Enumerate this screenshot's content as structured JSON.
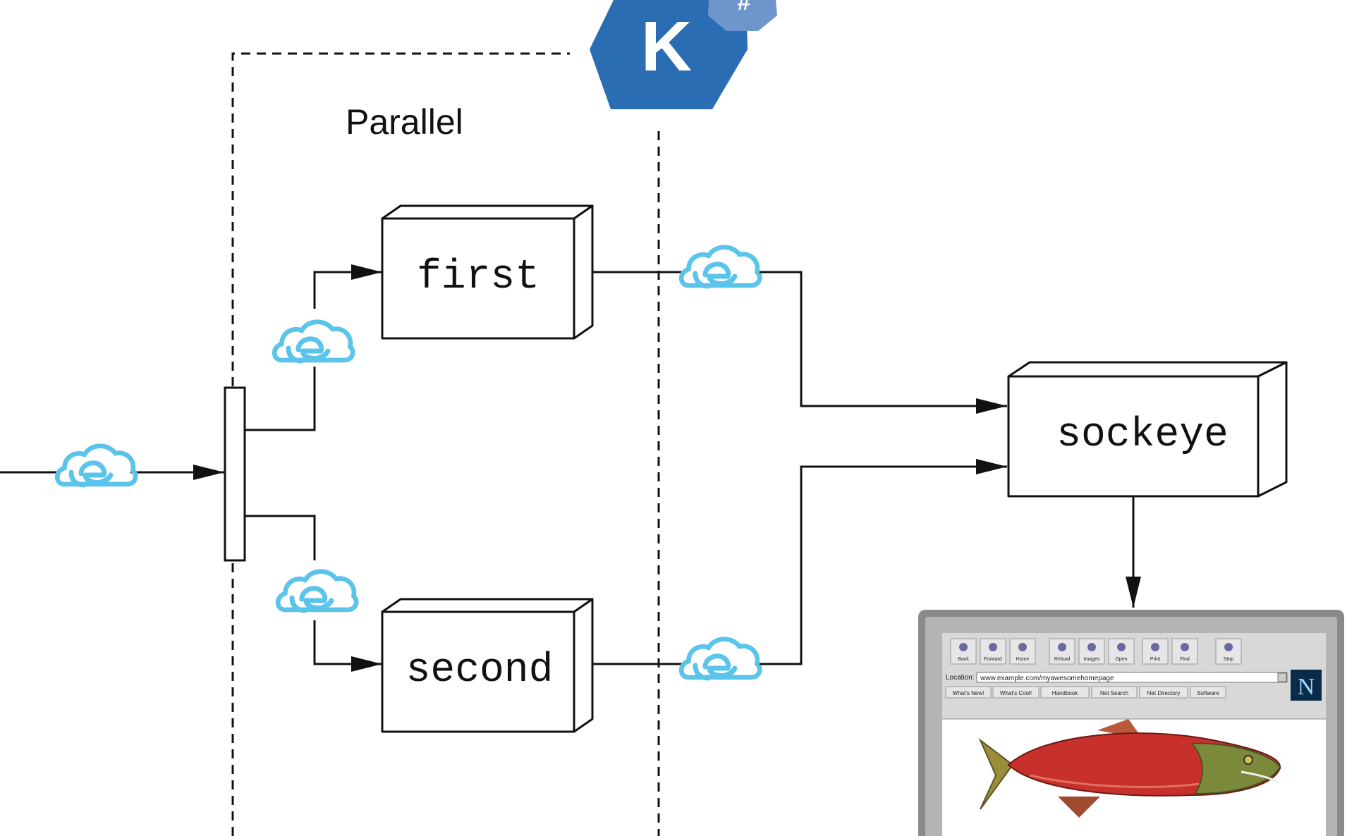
{
  "group_label": "Parallel",
  "nodes": {
    "first": "first",
    "second": "second",
    "sockeye": "sockeye"
  },
  "logo": {
    "letter": "K",
    "badge_glyph": "#",
    "color": "#2b6db3",
    "badge_color": "#6f96cc"
  },
  "browser": {
    "toolbar_buttons": [
      "Back",
      "Forward",
      "Home",
      "Reload",
      "Images",
      "Open",
      "Print",
      "Find",
      "Stop"
    ],
    "location_label": "Location:",
    "location_value": "www.example.com/myawesomehomepage",
    "directory_buttons": [
      "What's New!",
      "What's Cool!",
      "Handbook",
      "Net Search",
      "Net Directory",
      "Software"
    ],
    "brand_letter": "N"
  },
  "colors": {
    "event_cloud": "#5bc4ea",
    "line": "#111111",
    "fish_body": "#c8302b",
    "fish_head": "#7b8a3a"
  }
}
